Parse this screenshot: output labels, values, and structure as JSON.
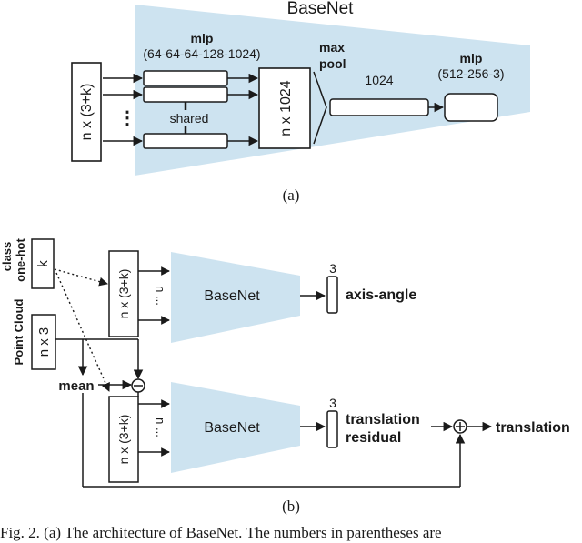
{
  "diagram_a": {
    "title": "BaseNet",
    "input_label": "n x (3+k)",
    "mlp_label": "mlp",
    "mlp_sizes": "(64-64-64-128-1024)",
    "ellipsis": "⋮",
    "shared_label": "shared",
    "feature_label": "n x 1024",
    "maxpool_line1": "max",
    "maxpool_line2": "pool",
    "pooled_size": "1024",
    "mlp2_label": "mlp",
    "mlp2_sizes": "(512-256-3)",
    "subfig_label": "(a)"
  },
  "diagram_b": {
    "onehot_label": "k",
    "onehot_caption_line1": "class",
    "onehot_caption_line2": "one-hot",
    "pointcloud_label": "n x 3",
    "pointcloud_caption": "Point Cloud",
    "mean_label": "mean",
    "concat_label_top": "n x (3+k)",
    "concat_label_bottom": "n x (3+k)",
    "n_dots_top": "n ...",
    "n_dots_bottom": "n ...",
    "basenet_top": "BaseNet",
    "basenet_bottom": "BaseNet",
    "out_size_top": "3",
    "out_size_bottom": "3",
    "out_label_top": "axis-angle",
    "out_label_bottom_line1": "translation",
    "out_label_bottom_line2": "residual",
    "final_label": "translation",
    "minus_symbol": "⊖",
    "plus_symbol": "⊕",
    "subfig_label": "(b)"
  },
  "caption": "Fig. 2.    (a) The architecture of BaseNet. The numbers in parentheses are",
  "colors": {
    "fill": "#cde3f0",
    "stroke": "#1a1a1a"
  }
}
